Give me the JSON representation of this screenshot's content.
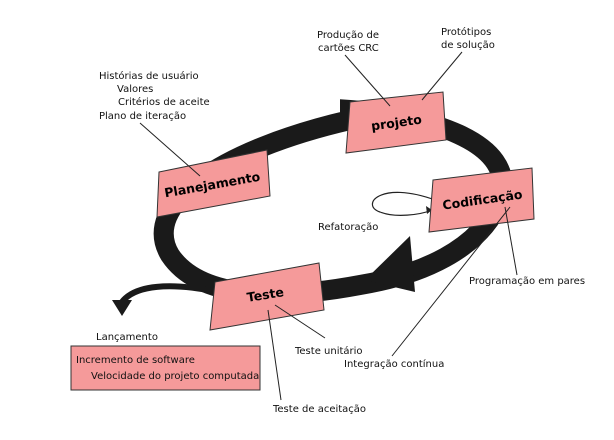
{
  "phases": {
    "planejamento": "Planejamento",
    "projeto": "projeto",
    "codificacao": "Codificação",
    "teste": "Teste"
  },
  "planning_notes": {
    "line1": "Histórias de usuário",
    "line2": "Valores",
    "line3": "Critérios de aceite",
    "line4": "Plano de iteração"
  },
  "design_notes": {
    "crc_line1": "Produção de",
    "crc_line2": "cartões CRC",
    "proto_line1": "Protótipos",
    "proto_line2": "de solução"
  },
  "coding_notes": {
    "refactoring": "Refatoração",
    "pair_programming": "Programação em pares",
    "continuous_integration": "Integração contínua"
  },
  "test_notes": {
    "unit_test": "Teste unitário",
    "acceptance_test": "Teste de aceitação"
  },
  "release": {
    "label": "Lançamento",
    "line1": "Incremento de software",
    "line2": "Velocidade do projeto computada"
  },
  "colors": {
    "phase_fill": "#f59a9a",
    "cycle_arrow": "#1a1a1a"
  }
}
